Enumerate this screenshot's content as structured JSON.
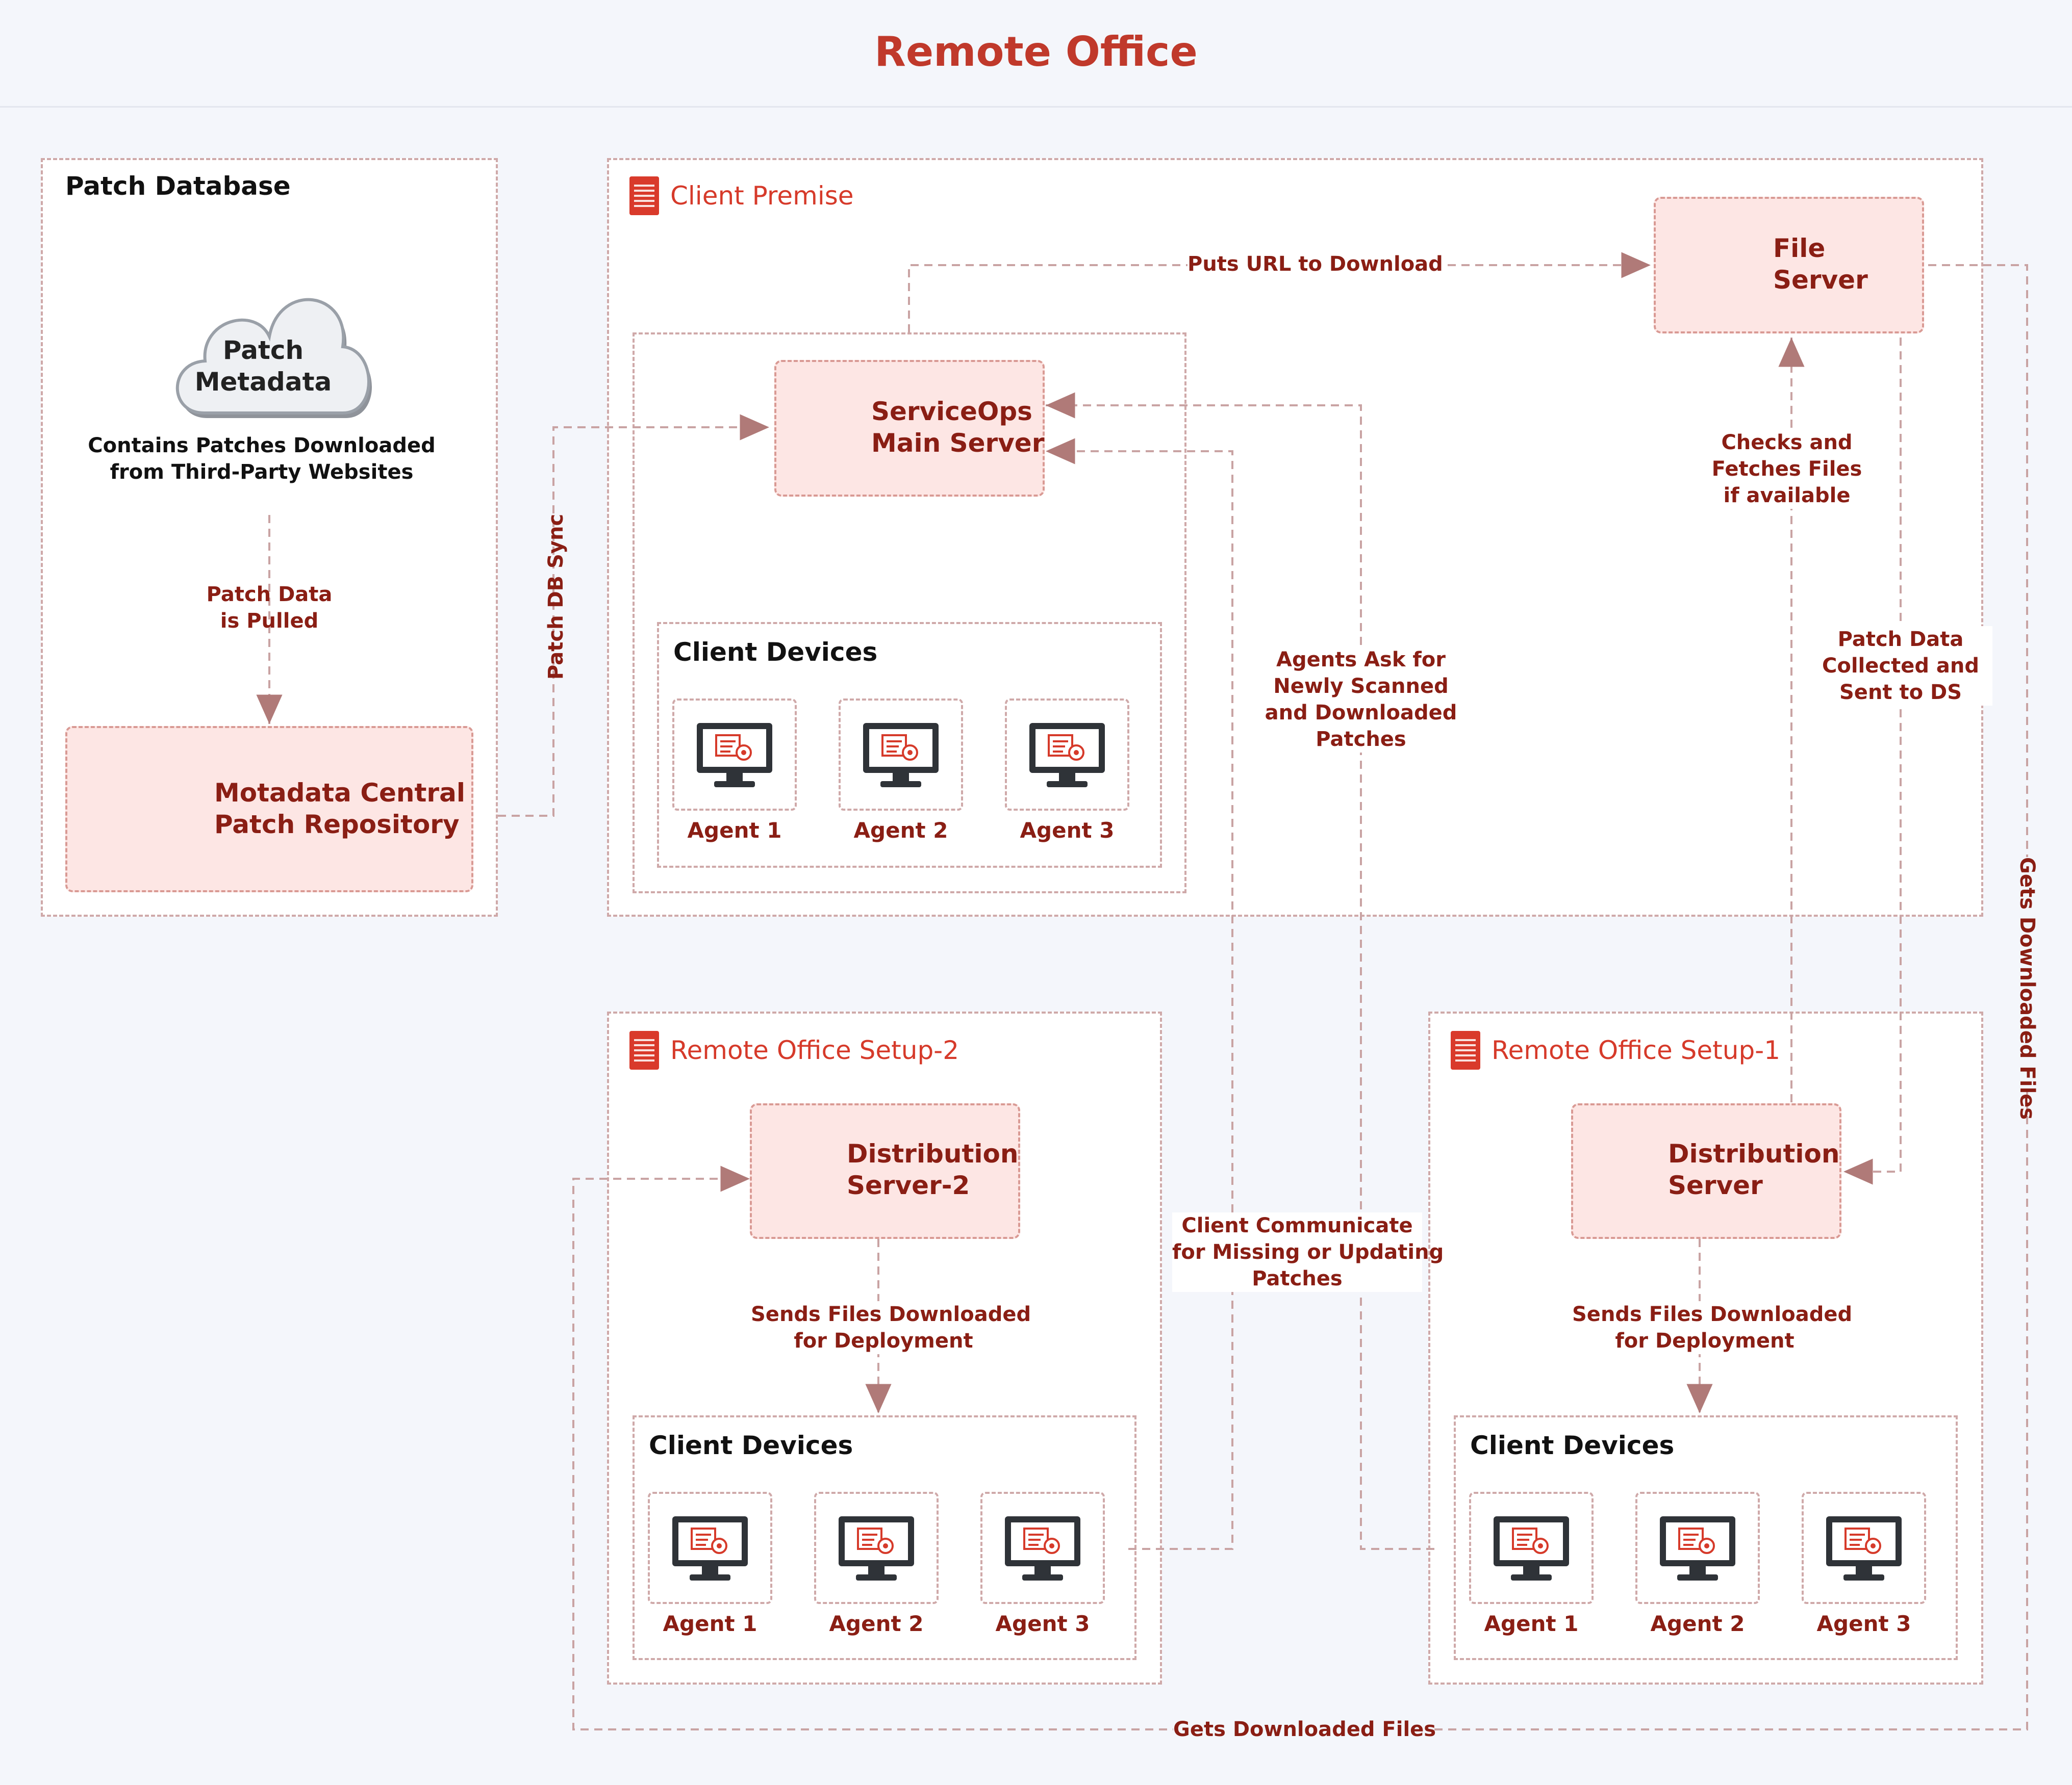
{
  "title": "Remote Office",
  "colors": {
    "accent": "#d63a2a",
    "dark_red": "#8a1e14",
    "box_fill": "#fde6e4",
    "dash": "#c9a3a3"
  },
  "patch_database": {
    "title": "Patch Database",
    "cloud_label_1": "Patch",
    "cloud_label_2": "Metadata",
    "desc_1": "Contains Patches Downloaded",
    "desc_2": "from Third-Party Websites",
    "pulled_1": "Patch Data",
    "pulled_2": "is Pulled",
    "repo_1": "Motadata Central",
    "repo_2": "Patch Repository"
  },
  "sync_label": "Patch DB Sync",
  "client_premise": {
    "title": "Client Premise",
    "main_server_1": "ServiceOps",
    "main_server_2": "Main Server",
    "file_server_1": "File",
    "file_server_2": "Server",
    "devices_title": "Client Devices",
    "agents": [
      "Agent 1",
      "Agent 2",
      "Agent 3"
    ]
  },
  "labels": {
    "puts_url": "Puts URL to Download",
    "checks_1": "Checks and",
    "checks_2": "Fetches Files",
    "checks_3": "if  available",
    "collected_1": "Patch Data",
    "collected_2": "Collected and",
    "collected_3": "Sent to DS",
    "agents_ask_1": "Agents Ask for",
    "agents_ask_2": "Newly Scanned",
    "agents_ask_3": "and Downloaded",
    "agents_ask_4": "Patches",
    "client_comm_1": "Client Communicate",
    "client_comm_2": "for Missing or Updating",
    "client_comm_3": "Patches",
    "gets_files_right": "Gets Downloaded Files",
    "gets_files_bottom": "Gets Downloaded Files"
  },
  "setup2": {
    "title": "Remote Office Setup-2",
    "server_1": "Distribution",
    "server_2": "Server-2",
    "sends_1": "Sends Files Downloaded",
    "sends_2": "for Deployment",
    "devices_title": "Client Devices",
    "agents": [
      "Agent 1",
      "Agent 2",
      "Agent 3"
    ]
  },
  "setup1": {
    "title": "Remote Office Setup-1",
    "server_1": "Distribution",
    "server_2": "Server",
    "sends_1": "Sends Files Downloaded",
    "sends_2": "for Deployment",
    "devices_title": "Client Devices",
    "agents": [
      "Agent 1",
      "Agent 2",
      "Agent 3"
    ]
  }
}
